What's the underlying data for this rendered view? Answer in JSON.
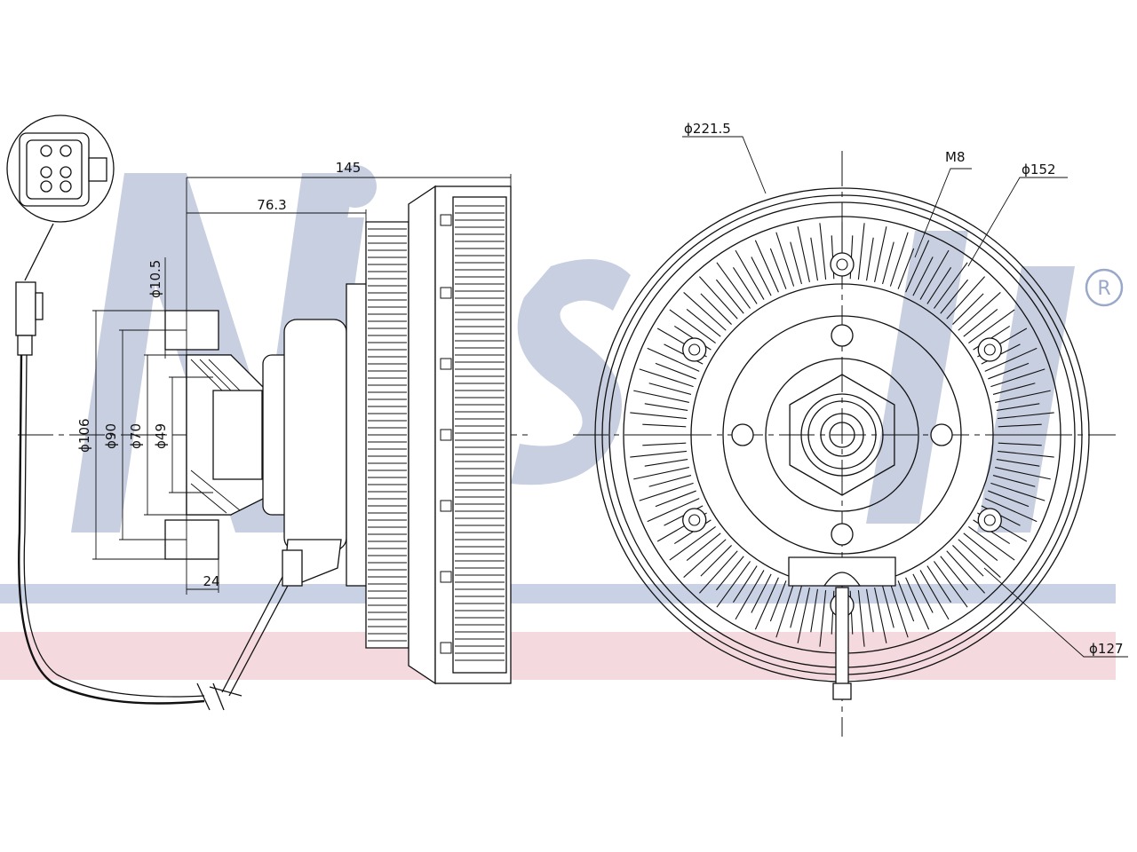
{
  "brand": {
    "watermark_color": "#9aa8c9",
    "band_blue": "#b7c2dc",
    "band_pink": "#f0c9d2",
    "registered_mark": "®"
  },
  "labels": {
    "len_145": "145",
    "len_76_3": "76.3",
    "len_24": "24",
    "dia_10_5": "ϕ10.5",
    "dia_106": "ϕ106",
    "dia_90": "ϕ90",
    "dia_70": "ϕ70",
    "dia_49": "ϕ49",
    "dia_221_5": "ϕ221.5",
    "thread_m8": "M8",
    "dia_152": "ϕ152",
    "dia_127": "ϕ127"
  }
}
